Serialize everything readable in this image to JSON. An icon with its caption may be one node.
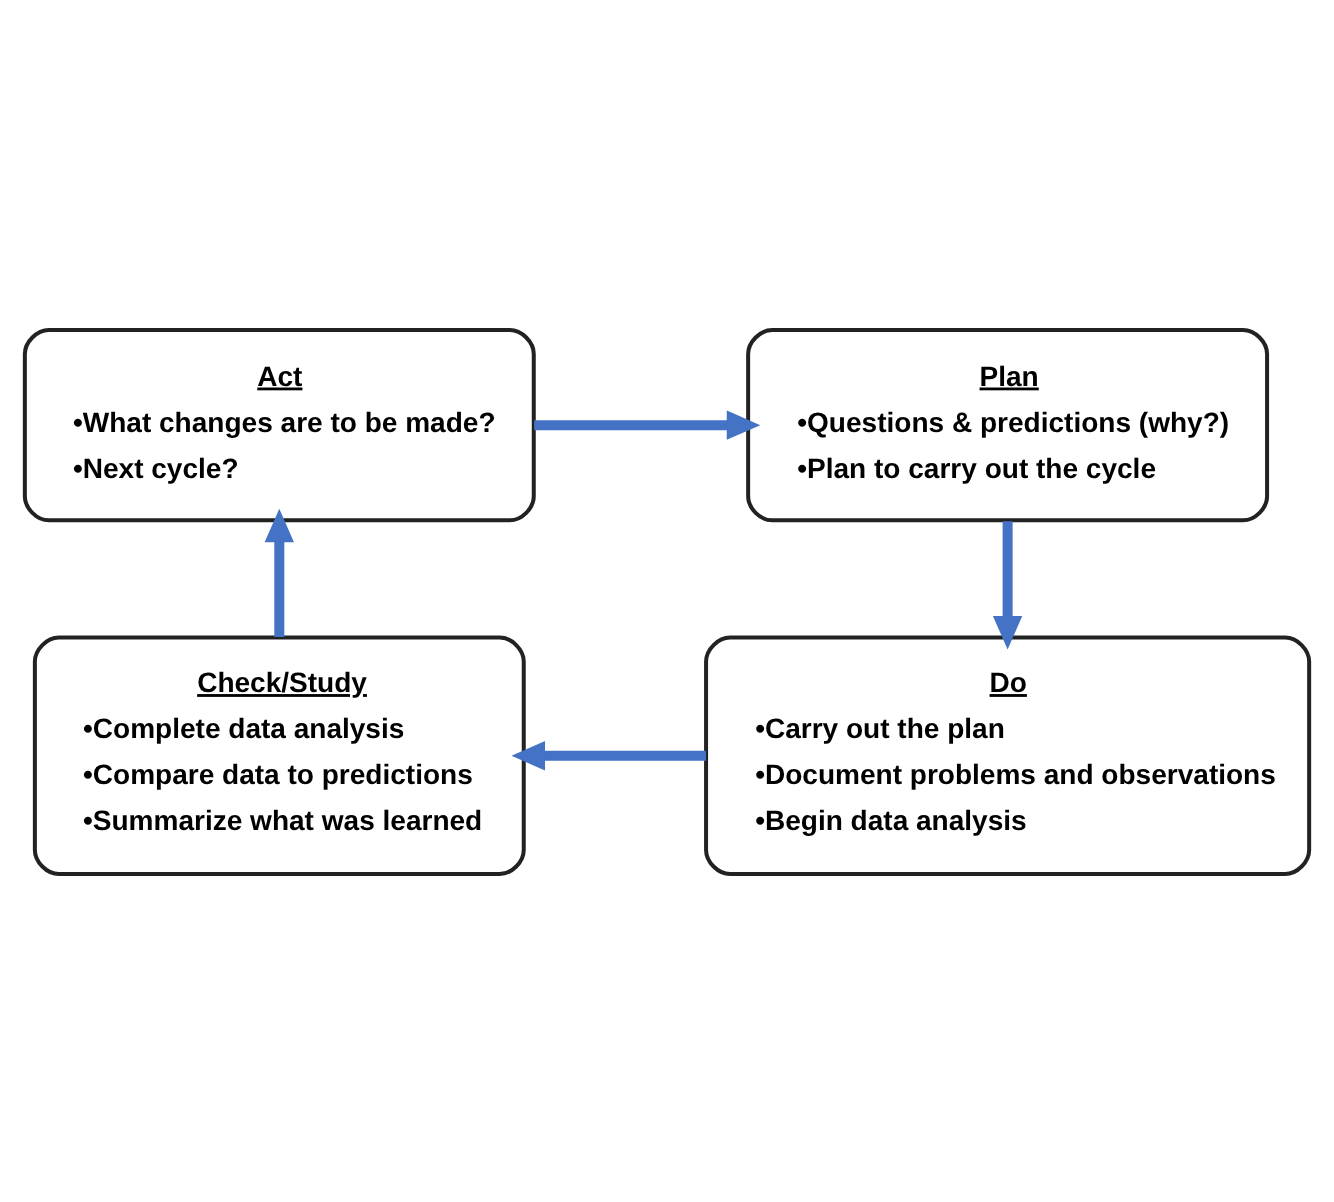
{
  "diagram": {
    "nodes": [
      {
        "text": [
          "Act",
          "•What changes are to be made?",
          "•Next cycle?"
        ]
      },
      {
        "text": [
          "Plan",
          "•Questions & predictions (why?)",
          "•Plan to carry out the cycle"
        ]
      },
      {
        "text": [
          "Check/Study",
          "•Complete data analysis",
          "•Compare data to predictions",
          "•Summarize what was learned"
        ]
      },
      {
        "text": [
          "Do",
          "•Carry out the plan",
          "•Document problems and observations",
          "•Begin data analysis"
        ]
      }
    ],
    "edges": [
      {
        "from": 0,
        "to": 1,
        "arrow": "to"
      },
      {
        "from": 1,
        "to": 3,
        "arrow": "to"
      },
      {
        "from": 3,
        "to": 2,
        "arrow": "to"
      },
      {
        "from": 2,
        "to": 0,
        "arrow": "to"
      }
    ]
  }
}
